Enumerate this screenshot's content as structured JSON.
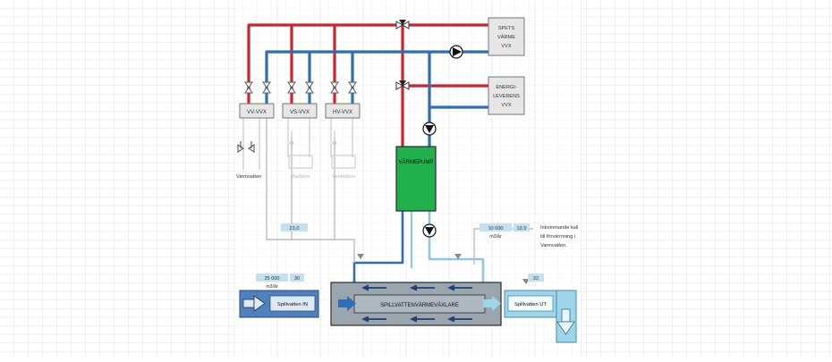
{
  "colors": {
    "grid": "#d3d3d3",
    "supply": "#c8252c",
    "return": "#2f6db5",
    "grey": "#bdbdbd",
    "light_blue": "#8fc7e0",
    "green": "#21b14c",
    "box_fill": "#e6e6e6",
    "exchanger": "#9aa5ae",
    "cell_fill": "#c5e0ef",
    "inlet": "#4f81bd",
    "outlet": "#9dd6ea"
  },
  "icons": [
    "pump-icon",
    "valve-icon",
    "flow-arrow-icon",
    "thermometer-icon"
  ],
  "boxes": {
    "spets": {
      "line1": "SPETS",
      "line2": "VÄRME",
      "line3": "VVX"
    },
    "energi": {
      "line1": "ENERGI-",
      "line2": "LEVERENS",
      "line3": "VVX"
    },
    "vv": "VV-VVX",
    "vs": "VS-VVX",
    "hv": "HV-VVX",
    "heatpump": "VÄRMEPUMP",
    "exchanger": "SPILLVATTENVÄRMEVÄXLARE",
    "inlet": "Spillvatten IN",
    "outlet": "Spillvatten UT"
  },
  "consumers": {
    "varmvatten": "Varmvatten",
    "radiator": "Radiator",
    "ventilation": "Ventilation"
  },
  "values": {
    "t_left": "23,0",
    "flow_in": "25 000",
    "flow_in_unit": "m3/år",
    "t_in": "30",
    "flow_right": "10 000",
    "flow_right_unit": "m3/år",
    "t_right": "12,0",
    "t_out": "22"
  },
  "note": {
    "line1": "Inkommande kall",
    "line2": "till förvärmning i",
    "line3": "Varmvatten."
  }
}
